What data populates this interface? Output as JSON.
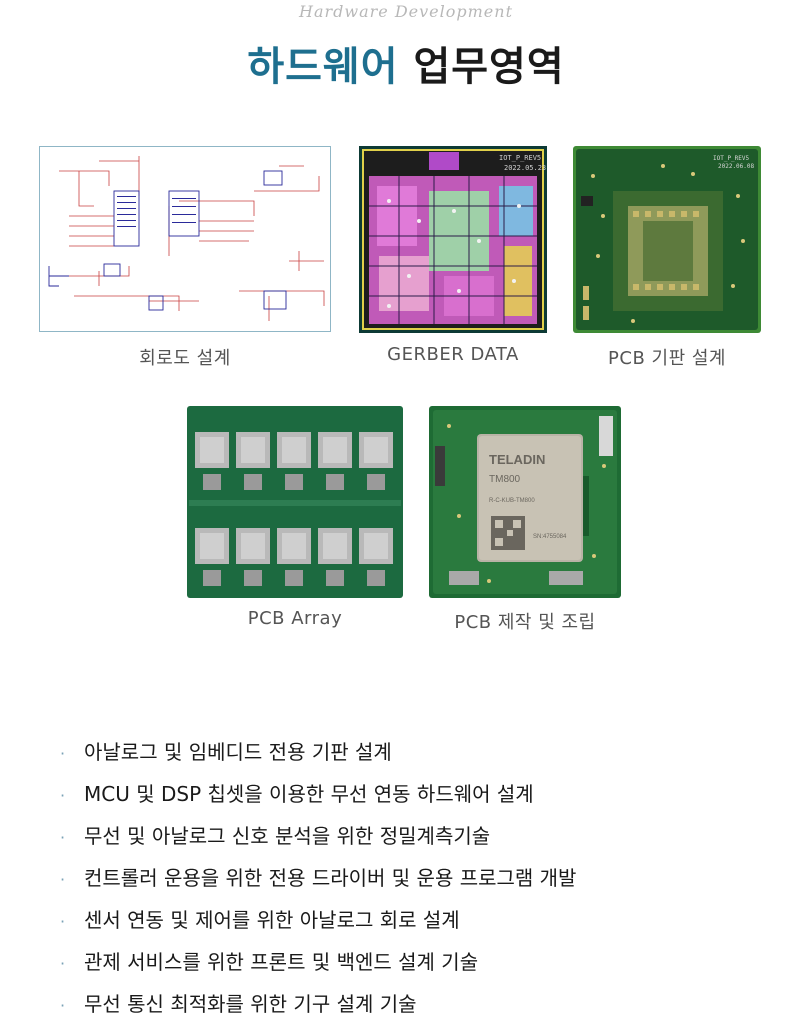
{
  "header": {
    "eyebrow": "Hardware Development",
    "title_highlight": "하드웨어",
    "title_rest": " 업무영역"
  },
  "gallery": [
    {
      "caption": "회로도 설계"
    },
    {
      "caption": "GERBER DATA"
    },
    {
      "caption": "PCB 기판 설계"
    },
    {
      "caption": "PCB Array"
    },
    {
      "caption": "PCB 제작 및 조립"
    }
  ],
  "image_text": {
    "gerber_label": "IOT_P_REV5",
    "gerber_date": "2022.05.23",
    "pcb_label": "IOT_P_REV5",
    "pcb_date": "2022.06.08",
    "module_brand": "TELADIN",
    "module_model": "TM800",
    "module_cert": "R-C-KUB-TM800",
    "module_serial": "SN:4755084"
  },
  "bullet_marker": "·",
  "bullets": [
    "아날로그 및 임베디드 전용 기판 설계",
    "MCU 및 DSP 칩셋을 이용한 무선 연동 하드웨어 설계",
    "무선 및 아날로그 신호 분석을 위한 정밀계측기술",
    "컨트롤러 운용을 위한 전용 드라이버 및 운용 프로그램 개발",
    "센서 연동 및 제어를 위한 아날로그 회로 설계",
    "관제 서비스를 위한 프론트 및 백엔드 설계 기술",
    "무선 통신 최적화를 위한 기구 설계 기술"
  ]
}
